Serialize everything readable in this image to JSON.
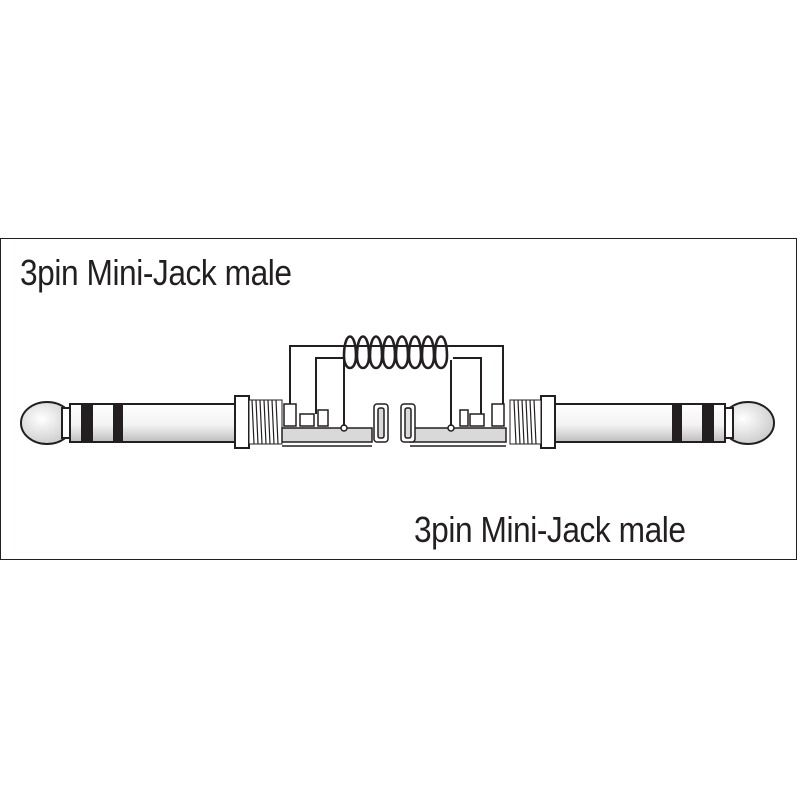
{
  "connectors": {
    "left_label": "3pin Mini-Jack male",
    "right_label": "3pin Mini-Jack male"
  },
  "colors": {
    "line": "#231f20",
    "background": "#ffffff",
    "shade": "#d9d9d9",
    "tip_highlight": "#f2f2f2"
  },
  "icons": {
    "left_plug": "mini-jack-male-plug",
    "right_plug": "mini-jack-male-plug",
    "cable": "coiled-cable"
  }
}
